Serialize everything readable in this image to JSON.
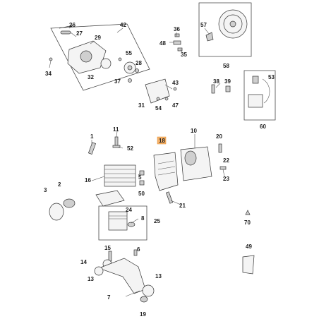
{
  "callouts": {
    "c1": "1",
    "c2": "2",
    "c3": "3",
    "c5": "5",
    "c6": "6",
    "c7": "7",
    "c8": "8",
    "c10": "10",
    "c11": "11",
    "c13a": "13",
    "c13b": "13",
    "c14": "14",
    "c15": "15",
    "c16": "16",
    "c18": "18",
    "c19": "19",
    "c20": "20",
    "c21": "21",
    "c22": "22",
    "c23": "23",
    "c24": "24",
    "c25": "25",
    "c26": "26",
    "c27": "27",
    "c28": "28",
    "c29": "29",
    "c31": "31",
    "c32": "32",
    "c34": "34",
    "c35": "35",
    "c36": "36",
    "c37": "37",
    "c38": "38",
    "c39": "39",
    "c42": "42",
    "c43": "43",
    "c47": "47",
    "c48": "48",
    "c49": "49",
    "c50": "50",
    "c52": "52",
    "c53": "53",
    "c54": "54",
    "c55": "55",
    "c57": "57",
    "c58": "58",
    "c60": "60",
    "c70": "70"
  },
  "highlight": {
    "part": "18",
    "color": "#f7b36b"
  }
}
